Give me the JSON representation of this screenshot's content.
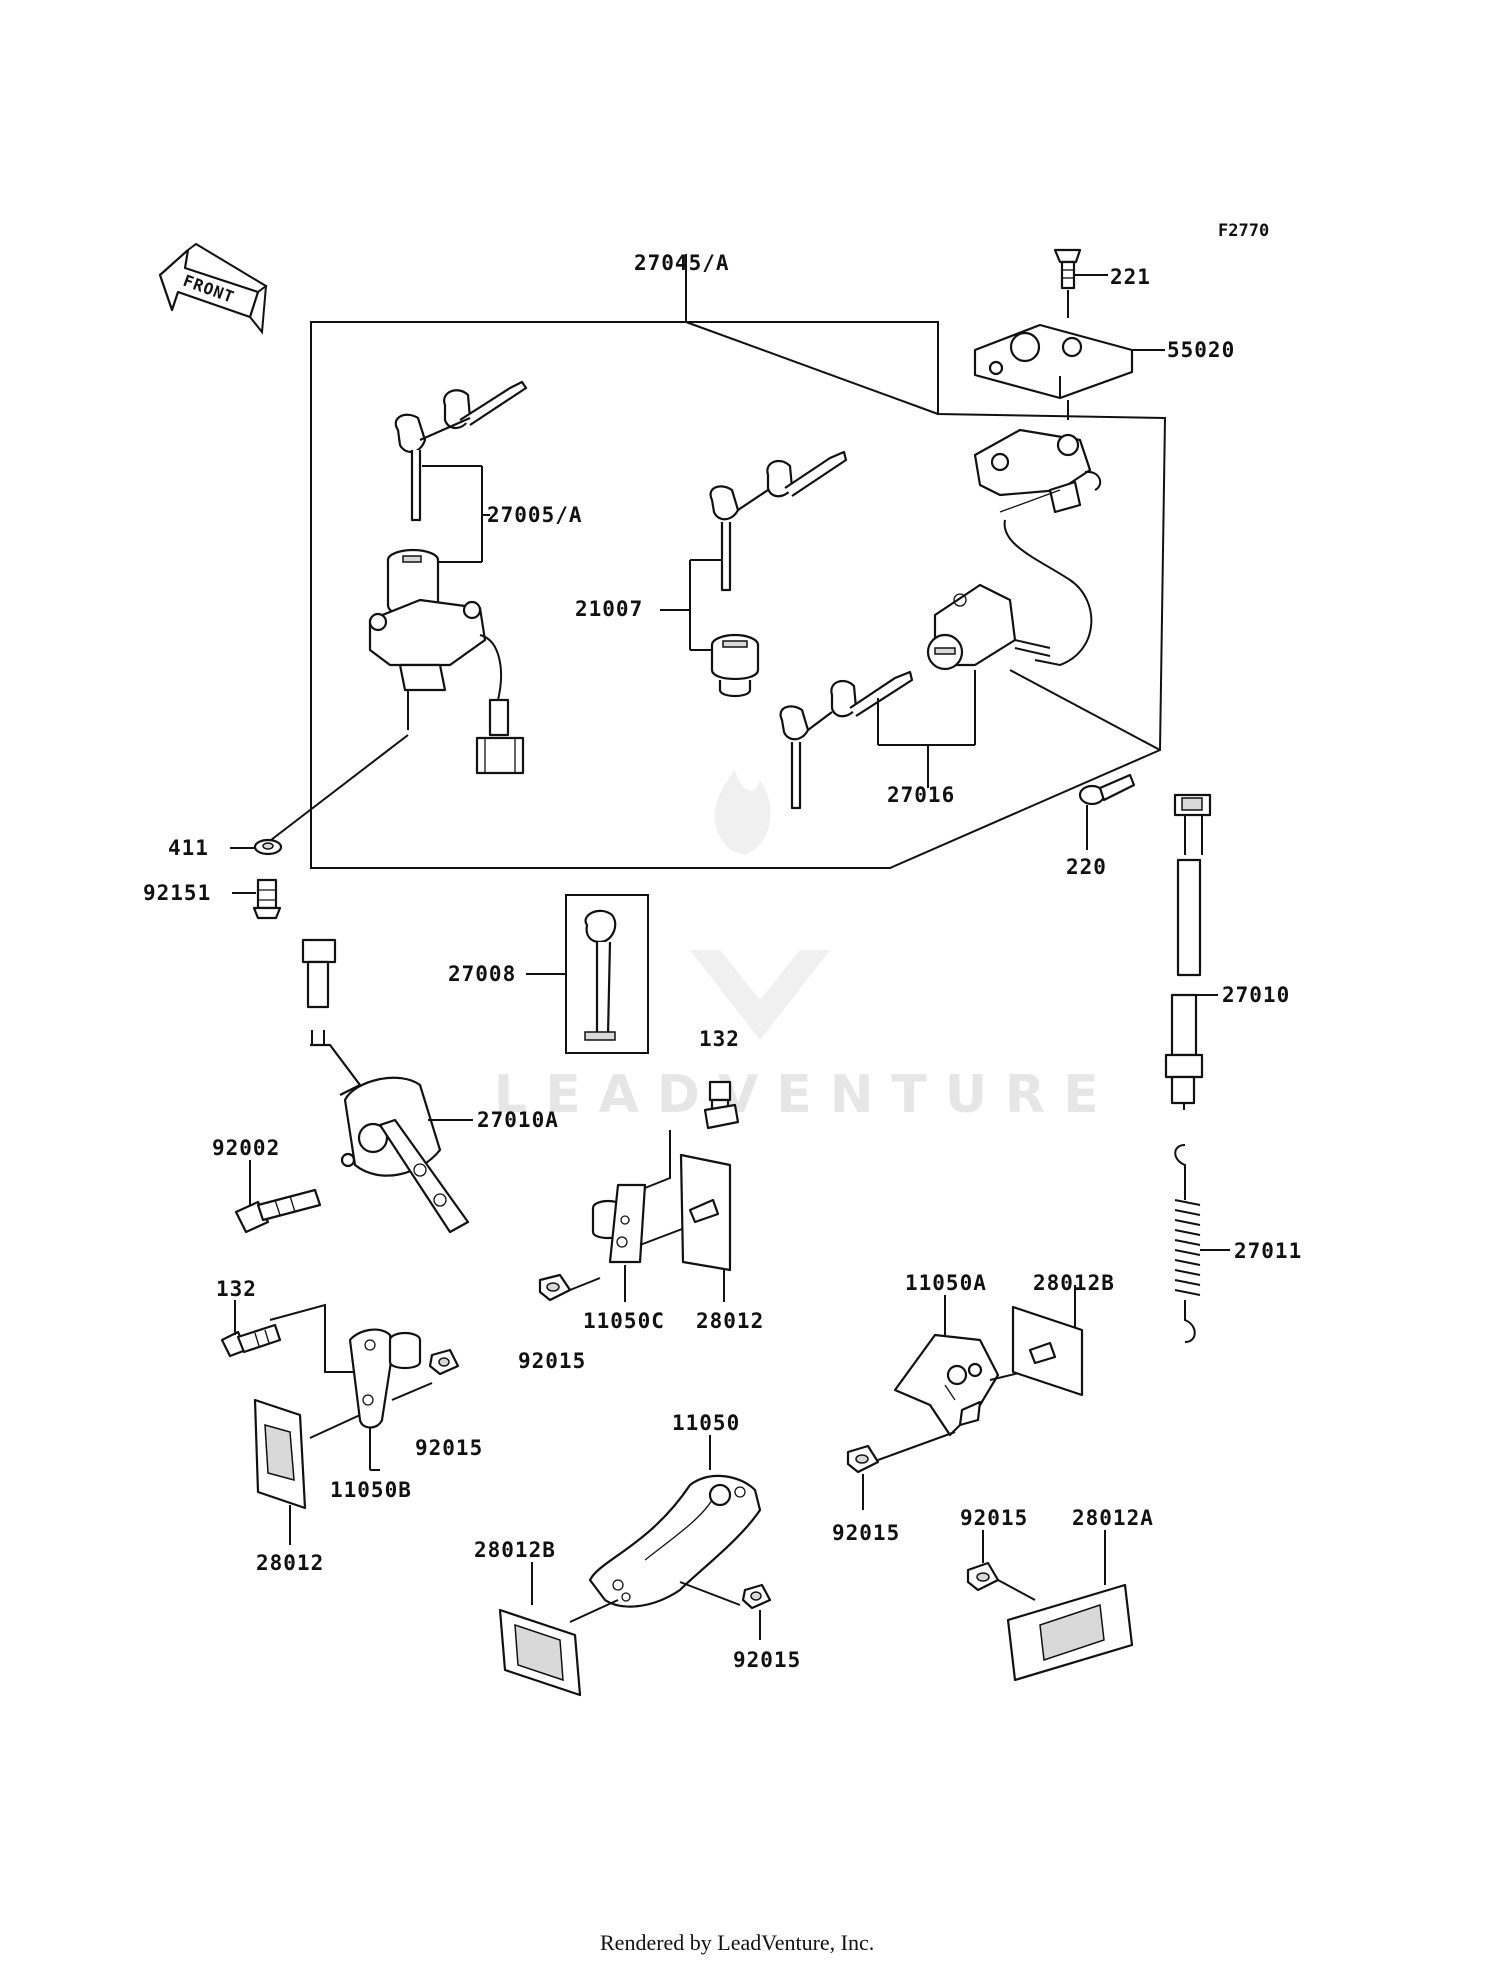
{
  "diagram_code": "F2770",
  "front_arrow_label": "FRONT",
  "watermark_text": "LEADVENTURE",
  "footer_text": "Rendered by LeadVenture, Inc.",
  "parts": [
    "27045/A",
    "221",
    "55020",
    "27005/A",
    "21007",
    "27016",
    "411",
    "92151",
    "220",
    "27008",
    "27010",
    "132",
    "27010A",
    "92002",
    "11050C",
    "28012",
    "92015",
    "11050A",
    "28012B",
    "27011",
    "11050B",
    "11050",
    "28012A"
  ],
  "labels": {
    "p27045": "27045/A",
    "p221": "221",
    "p55020": "55020",
    "p27005": "27005/A",
    "p21007": "21007",
    "p27016": "27016",
    "p411": "411",
    "p92151": "92151",
    "p220": "220",
    "p27008": "27008",
    "p27010": "27010",
    "p132a": "132",
    "p27010A": "27010A",
    "p92002": "92002",
    "p11050C": "11050C",
    "p28012a": "28012",
    "p92015a": "92015",
    "p11050A": "11050A",
    "p28012Ba": "28012B",
    "p27011": "27011",
    "p132b": "132",
    "p92015b": "92015",
    "p11050B": "11050B",
    "p28012b": "28012",
    "p11050": "11050",
    "p92015c": "92015",
    "p92015d": "92015",
    "p28012A": "28012A",
    "p28012Bb": "28012B",
    "p92015e": "92015"
  }
}
